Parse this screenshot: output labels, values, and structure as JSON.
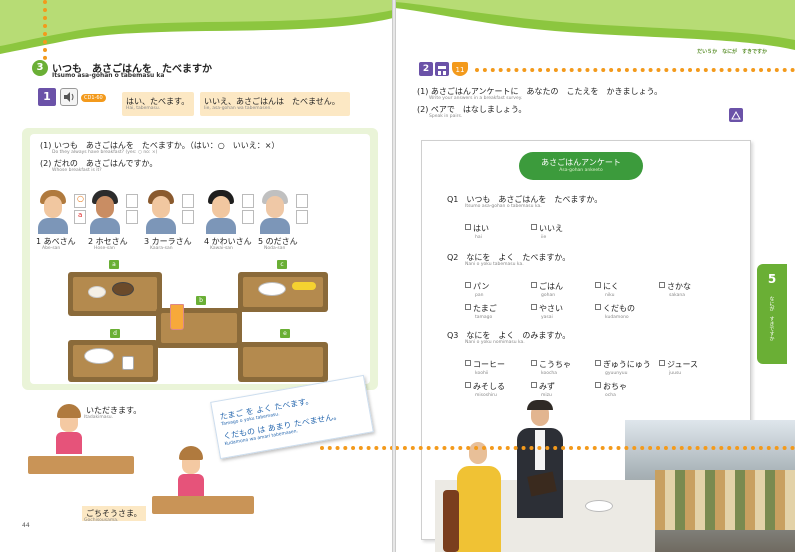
{
  "left": {
    "section_number": "3",
    "title": "いつも　あさごはんを　たべますか",
    "title_romaji": "Itsumo asa-gohan o tabemasu ka",
    "badge_number": "1",
    "cd_track": "CD1-60",
    "answer_yes": "はい、たべます。",
    "answer_yes_romaji": "Hai, tabemasu.",
    "answer_no": "いいえ、あさごはんは　たべません。",
    "answer_no_romaji": "Iie, asa-gohan wa tabemasen.",
    "q1": "(1) いつも　あさごはんを　たべますか。（はい：○　いいえ：×）",
    "q1_en": "Do they always have breakfast?  (yes: ○  no: ×)",
    "q2": "(2) だれの　あさごはんですか。",
    "q2_en": "Whose breakfast is it?",
    "example_yes": "○",
    "example_letter": "a",
    "people": [
      {
        "name": "1 あべさん",
        "romaji": "Abe-san"
      },
      {
        "name": "2 ホセさん",
        "romaji": "Hose-san"
      },
      {
        "name": "3 カーラさん",
        "romaji": "Kaara-san"
      },
      {
        "name": "4 かわいさん",
        "romaji": "Kawai-san"
      },
      {
        "name": "5 のださん",
        "romaji": "Noda-san"
      }
    ],
    "tray_labels": [
      "a",
      "b",
      "c",
      "d",
      "e"
    ],
    "itadakimasu": "いただきます。",
    "itadakimasu_romaji": "Itadakimasu.",
    "gochisousama": "ごちそうさま。",
    "gochisousama_romaji": "Gochisousama.",
    "note_line1": "たまご を よく たべます。",
    "note_line1_romaji": "Tamago o yoku tabemasu.",
    "note_line2": "くだもの は あまり たべません。",
    "note_line2_romaji": "Kudamono wa amari tabemasen.",
    "page_number": "44"
  },
  "right": {
    "header": "だい５か　なにが　すきですか",
    "badge_number": "2",
    "page_ref": "11",
    "instr1": "(1) あさごはんアンケートに　あなたの　こたえを　かきましょう。",
    "instr1_en": "Write your answers in a breakfast survey.",
    "instr2": "(2) ペアで　はなしましょう。",
    "instr2_en": "Speak in pairs.",
    "survey_title": "あさごはんアンケート",
    "survey_title_romaji": "Asa-gohan ankeeto",
    "questions": [
      {
        "q": "Q1　いつも　あさごはんを　たべますか。",
        "romaji": "Itsumo asa-gohan o tabemasu ka.",
        "options": [
          {
            "jp": "はい",
            "ro": "hai"
          },
          {
            "jp": "いいえ",
            "ro": "iie"
          }
        ]
      },
      {
        "q": "Q2　なにを　よく　たべますか。",
        "romaji": "Nani o yoku tabemasu ka.",
        "options": [
          {
            "jp": "パン",
            "ro": "pan"
          },
          {
            "jp": "ごはん",
            "ro": "gohan"
          },
          {
            "jp": "にく",
            "ro": "niku"
          },
          {
            "jp": "さかな",
            "ro": "sakana"
          },
          {
            "jp": "たまご",
            "ro": "tamago"
          },
          {
            "jp": "やさい",
            "ro": "yasai"
          },
          {
            "jp": "くだもの",
            "ro": "kudamono"
          }
        ]
      },
      {
        "q": "Q3　なにを　よく　のみますか。",
        "romaji": "Nani o yoku nomimasu ka.",
        "options": [
          {
            "jp": "コーヒー",
            "ro": "koohii"
          },
          {
            "jp": "こうちゃ",
            "ro": "koocha"
          },
          {
            "jp": "ぎゅうにゅう",
            "ro": "gyuunyuu"
          },
          {
            "jp": "ジュース",
            "ro": "juusu"
          },
          {
            "jp": "みそしる",
            "ro": "misoshiru"
          },
          {
            "jp": "みず",
            "ro": "mizu"
          },
          {
            "jp": "おちゃ",
            "ro": "ocha"
          }
        ]
      }
    ],
    "chapter_tab_number": "5",
    "chapter_tab_text": "なにが　すきですか",
    "colors": {
      "green": "#6aaf35",
      "orange": "#f39a1c",
      "purple": "#6b52a8"
    }
  }
}
